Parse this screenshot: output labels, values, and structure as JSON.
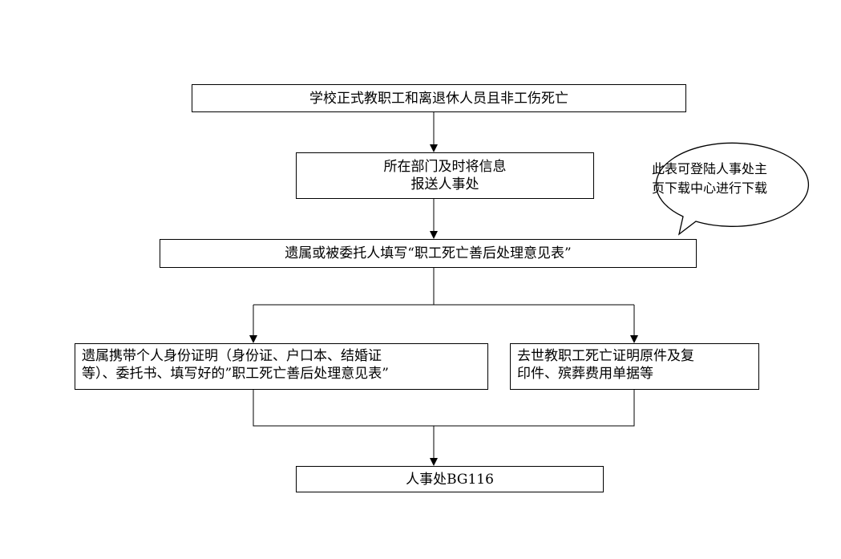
{
  "flowchart": {
    "start": "学校正式教职工和离退休人员且非工伤死亡",
    "step2": [
      "所在部门及时将信息",
      "报送人事处"
    ],
    "step3": "遗属或被委托人填写“职工死亡善后处理意见表”",
    "left_branch": [
      "遗属携带个人身份证明（身份证、户口本、结婚证",
      "等）、委托书、填写好的”职工死亡善后处理意见表”"
    ],
    "right_branch": [
      "去世教职工死亡证明原件及复",
      "印件、殡葬费用单据等"
    ],
    "end": "人事处BG116"
  },
  "callout": [
    "此表可登陆人事处主",
    "页下载中心进行下载"
  ]
}
